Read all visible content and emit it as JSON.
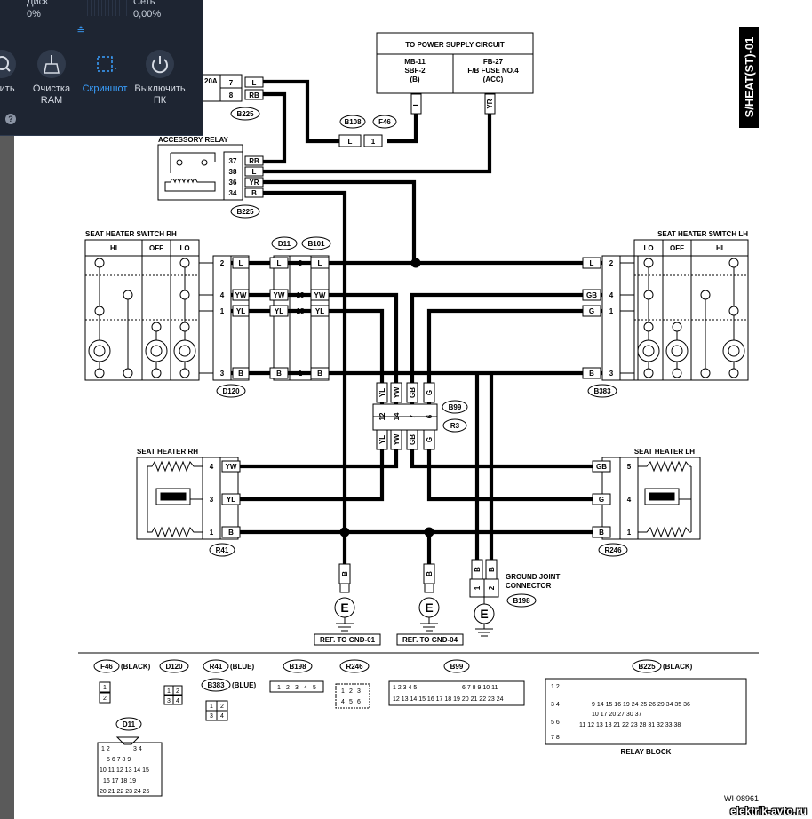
{
  "diagram": {
    "side_title": "S/HEAT(ST)-01",
    "fig_id": "WI-08961",
    "power_box": {
      "title": "TO POWER SUPPLY CIRCUIT",
      "left": [
        "MB-11",
        "SBF-2",
        "(B)"
      ],
      "right": [
        "FB-27",
        "F/B FUSE NO.4",
        "(ACC)"
      ]
    },
    "fuse_20a": "20A",
    "accessory_relay": "ACCESSORY RELAY",
    "conn": {
      "B225": "B225",
      "B108": "B108",
      "F46": "F46",
      "D11": "D11",
      "B101": "B101",
      "D120": "D120",
      "B383": "B383",
      "B99": "B99",
      "R3": "R3",
      "R41": "R41",
      "R246": "R246",
      "B198": "B198"
    },
    "switch_rh": {
      "title": "SEAT HEATER SWITCH RH",
      "hi": "HI",
      "off": "OFF",
      "lo": "LO"
    },
    "switch_lh": {
      "title": "SEAT HEATER SWITCH LH",
      "lo": "LO",
      "off": "OFF",
      "hi": "HI"
    },
    "heater_rh": "SEAT HEATER RH",
    "heater_lh": "SEAT HEATER LH",
    "ground_joint": [
      "GROUND JOINT",
      "CONNECTOR"
    ],
    "e": "E",
    "ref1": "REF. TO GND-01",
    "ref2": "REF. TO GND-04",
    "wires": {
      "L": "L",
      "RB": "RB",
      "YR": "YR",
      "B": "B",
      "YW": "YW",
      "YL": "YL",
      "GB": "GB",
      "G": "G"
    },
    "legend": {
      "F46": "F46",
      "F46_color": "(BLACK)",
      "D120": "D120",
      "R41": "R41",
      "R41_color": "(BLUE)",
      "B383": "B383",
      "B383_color": "(BLUE)",
      "B198": "B198",
      "R246": "R246",
      "B99": "B99",
      "B225": "B225",
      "B225_color": "(BLACK)",
      "D11": "D11",
      "relay_block": "RELAY BLOCK"
    }
  },
  "overlay": {
    "disk_label": "Диск",
    "disk_value": "0%",
    "net_label": "Сеть",
    "net_value": "0,00%",
    "tools": [
      {
        "label": "ерить",
        "icon": "search-icon"
      },
      {
        "label": "Очистка RAM",
        "icon": "broom-icon"
      },
      {
        "label": "Скриншот",
        "icon": "screenshot-icon"
      },
      {
        "label": "Выключить ПК",
        "icon": "power-icon"
      }
    ],
    "accent": "#3aa0ff",
    "bg": "#1e2532"
  },
  "watermark": "elektrik-avto.ru"
}
